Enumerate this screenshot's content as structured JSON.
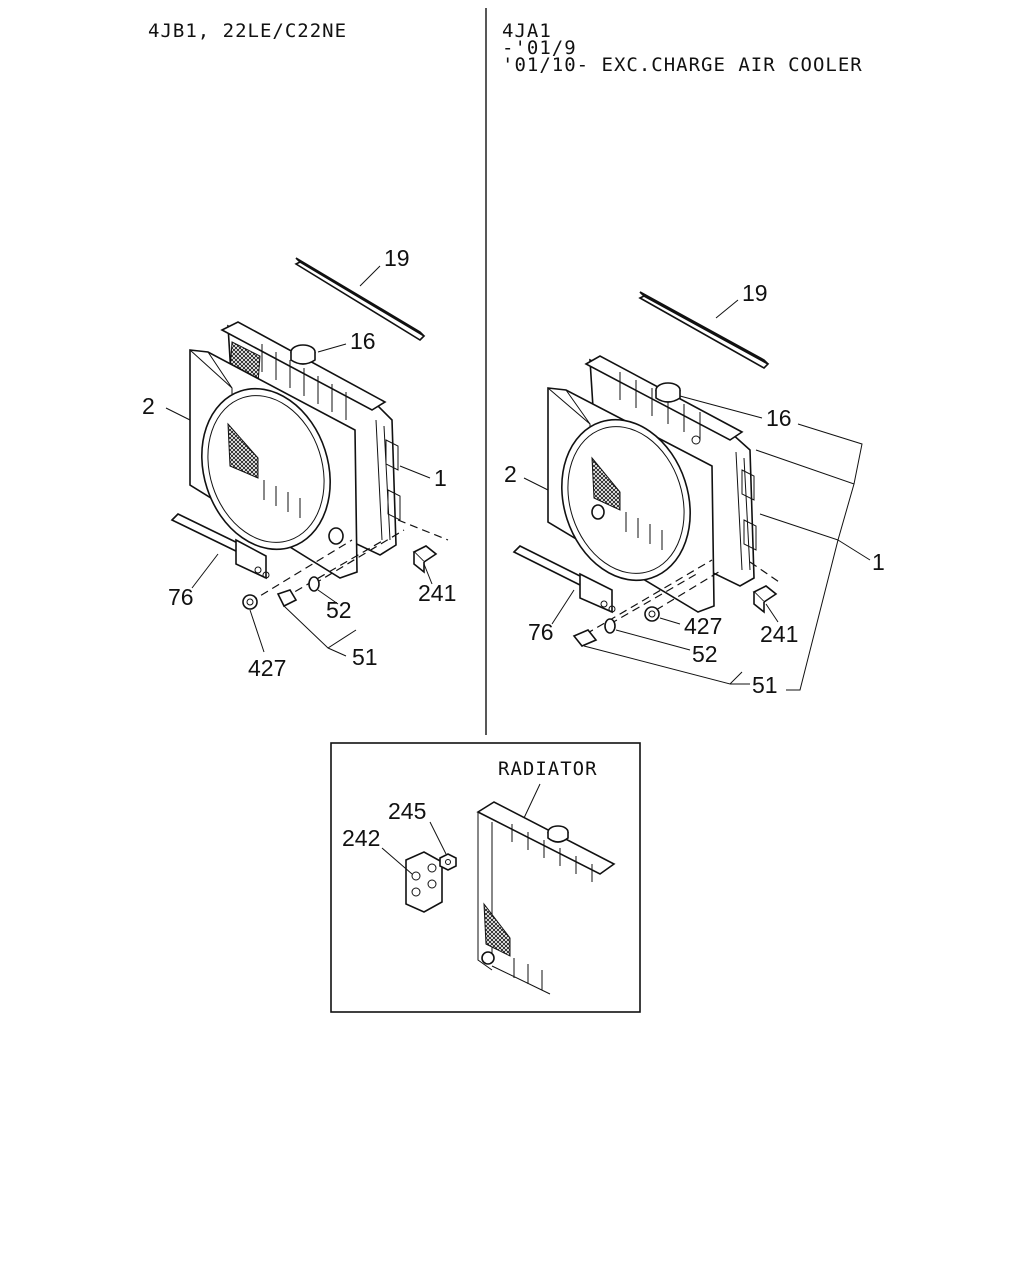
{
  "headers": {
    "left": "4JB1, 22LE/C22NE",
    "right_line1": "4JA1",
    "right_line2": "-'01/9",
    "right_line3": "'01/10- EXC.CHARGE AIR COOLER"
  },
  "left_labels": {
    "l19": "19",
    "l16": "16",
    "l2": "2",
    "l1": "1",
    "l76": "76",
    "l241": "241",
    "l52": "52",
    "l427": "427",
    "l51": "51"
  },
  "right_labels": {
    "l19": "19",
    "l16": "16",
    "l2": "2",
    "l1": "1",
    "l76": "76",
    "l427": "427",
    "l241": "241",
    "l52": "52",
    "l51": "51"
  },
  "inset": {
    "title": "RADIATOR",
    "l245": "245",
    "l242": "242"
  }
}
